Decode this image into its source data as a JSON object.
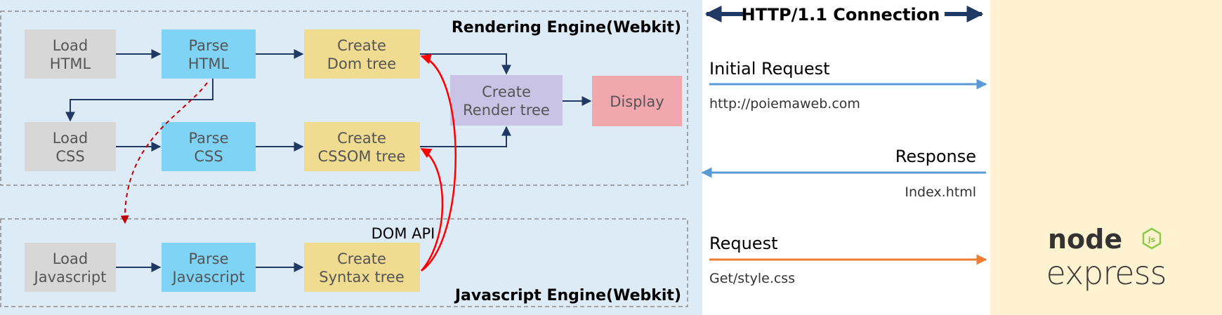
{
  "rendering_engine": {
    "title": "Rendering Engine(Webkit)"
  },
  "javascript_engine": {
    "title": "Javascript Engine(Webkit)"
  },
  "dom_api": {
    "label": "DOM API"
  },
  "boxes": {
    "load_html": [
      "Load",
      "HTML"
    ],
    "parse_html": [
      "Parse",
      "HTML"
    ],
    "create_dom": [
      "Create",
      "Dom tree"
    ],
    "create_render": [
      "Create",
      "Render tree"
    ],
    "display": [
      "Display"
    ],
    "load_css": [
      "Load",
      "CSS"
    ],
    "parse_css": [
      "Parse",
      "CSS"
    ],
    "create_cssom": [
      "Create",
      "CSSOM tree"
    ],
    "load_js": [
      "Load",
      "Javascript"
    ],
    "parse_js": [
      "Parse",
      "Javascript"
    ],
    "create_syntax": [
      "Create",
      "Syntax  tree"
    ]
  },
  "network": {
    "connection": "HTTP/1.1 Connection",
    "initial_request": "Initial Request",
    "initial_url": "http://poiemaweb.com",
    "response": "Response",
    "response_file": "Index.html",
    "request": "Request",
    "request_path": "Get/style.css"
  },
  "server": {
    "logo_name": "node",
    "logo_badge": "js",
    "framework": "express"
  },
  "colors": {
    "load": "#d7d7d7",
    "parse": "#7fd3f5",
    "create": "#f0dc91",
    "render": "#c9c4e5",
    "display": "#f0a7ae",
    "arrow_dark": "#1f3864",
    "arrow_blue": "#5b9bd5",
    "arrow_orange": "#ed7d31",
    "dom_api": "#ff0000",
    "dashed": "#c00000",
    "node_green": "#8cc84b",
    "node_dark": "#333333"
  }
}
